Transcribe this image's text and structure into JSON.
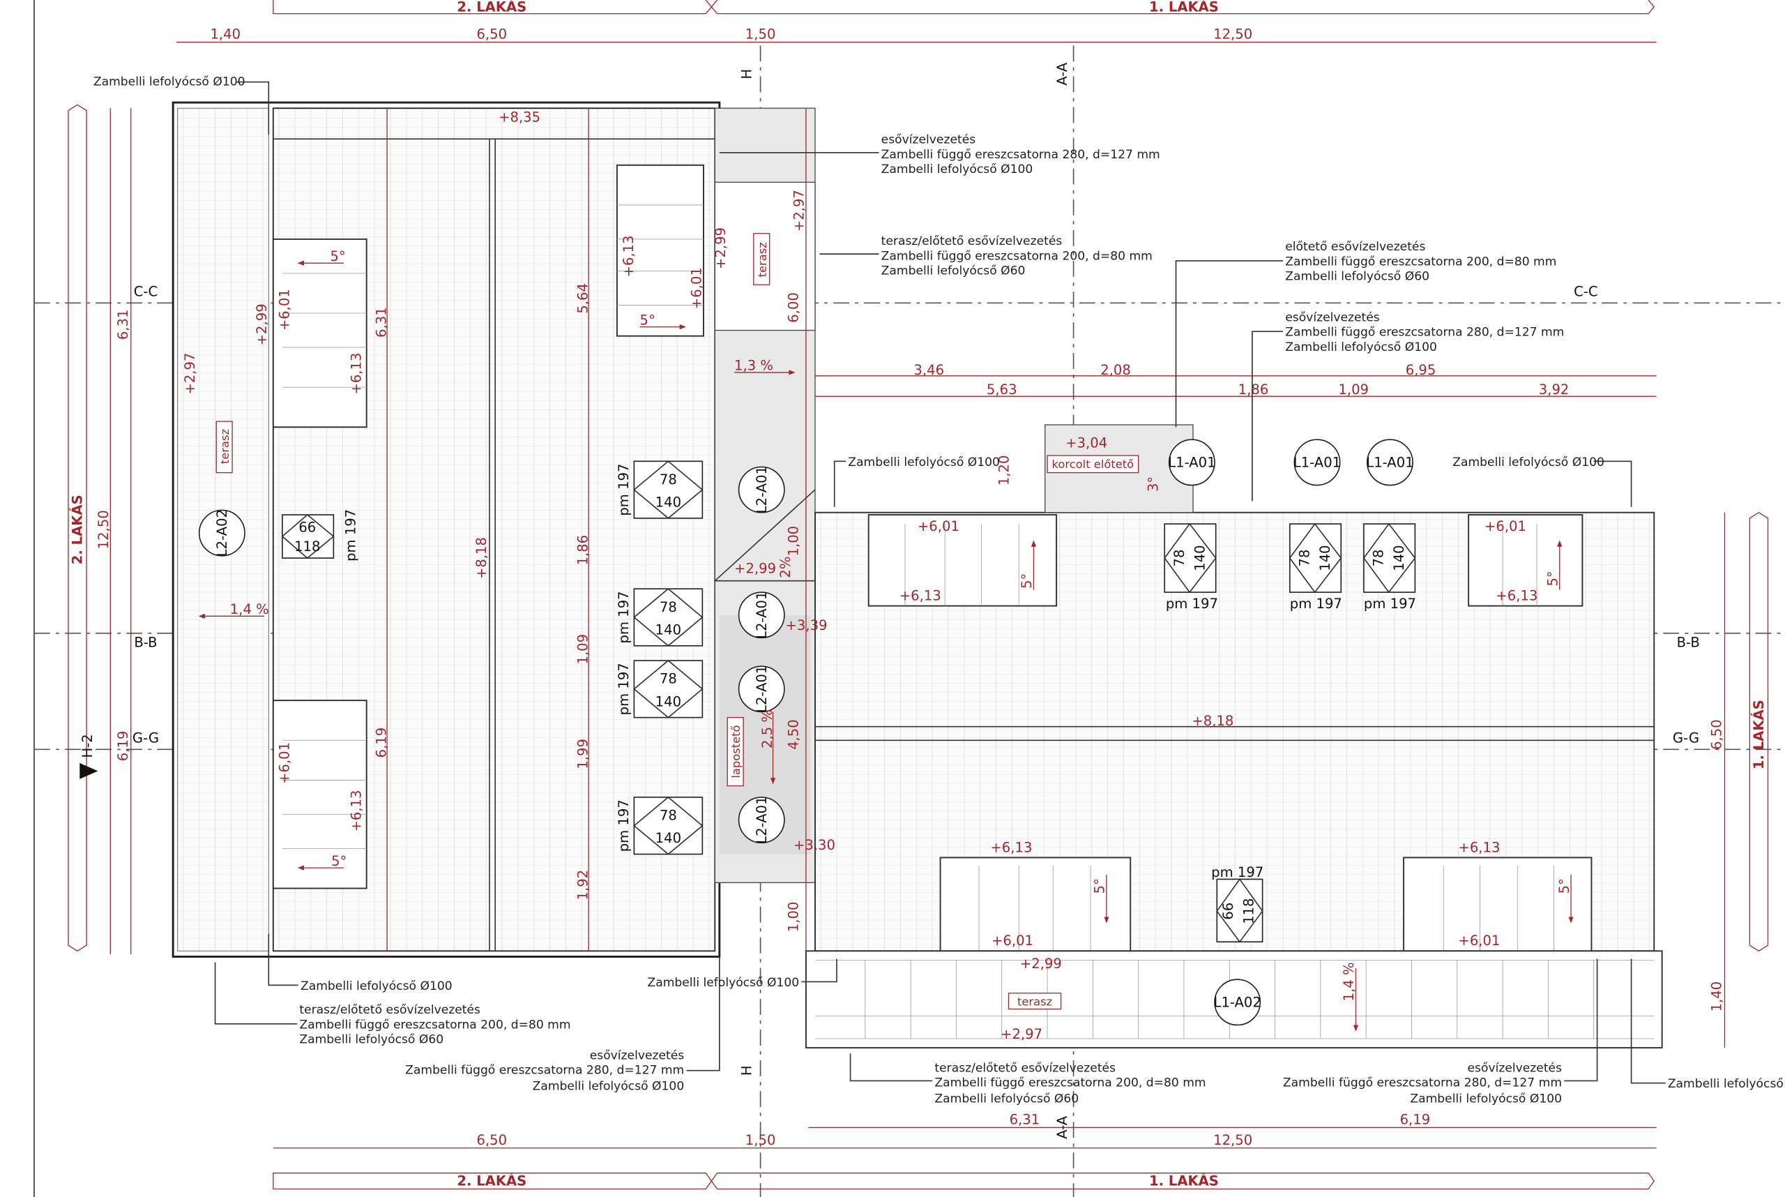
{
  "bands": {
    "left": "2. LAKÁS",
    "right": "1. LAKÁS"
  },
  "dims_top": [
    "1,40",
    "6,50",
    "1,50",
    "12,50"
  ],
  "dims_right_row1": [
    "3,46",
    "2,08",
    "6,95"
  ],
  "dims_right_row2": [
    "5,63",
    "1,86",
    "1,09",
    "3,92"
  ],
  "dims_bottom_row1": [
    "6,31",
    "6,19"
  ],
  "dims_bottom_row2": [
    "6,50",
    "1,50",
    "12,50"
  ],
  "dims_left": [
    "6,31",
    "12,50",
    "6,19"
  ],
  "dims_right_side": [
    "6,50",
    "1,40"
  ],
  "dims_internal": [
    "6,31",
    "6,19",
    "5,64",
    "1,86",
    "1,09",
    "1,99",
    "1,92",
    "6,00",
    "1,20",
    "1,00",
    "4,50",
    "1,00"
  ],
  "sections": {
    "h": "H",
    "aa": "A-A",
    "cc": "C-C",
    "bb": "B-B",
    "gg": "G-G",
    "h2": "H-2"
  },
  "levels": [
    "+8,35",
    "+8,18",
    "+8,18",
    "+2,97",
    "+2,99",
    "+6,01",
    "+6,13",
    "+6,13",
    "+2,99",
    "+6,01",
    "+2,97",
    "+2,99",
    "+3,39",
    "+3,30",
    "+6,01",
    "+6,13",
    "+6,01",
    "+6,13",
    "+6,01",
    "+6,13",
    "+3,04",
    "+6,13",
    "+6,13",
    "+6,01",
    "+6,01",
    "+2,99",
    "+2,97"
  ],
  "slopes": [
    "5°",
    "5°",
    "5°",
    "5°",
    "5°",
    "5°",
    "5°",
    "1,3 %",
    "1,4 %",
    "2,5 %",
    "2%",
    "3°",
    "1,4 %"
  ],
  "zone_labels": {
    "terasz": "terasz",
    "laposteto": "lapostető",
    "korcolt": "korcolt előtető"
  },
  "window_tags": {
    "l1a01": "L1-A01",
    "l1a02": "L1-A02",
    "l2a01": "L2-A01",
    "l2a02": "L2-A02"
  },
  "windows": {
    "w78": "78",
    "h140": "140",
    "w66": "66",
    "h118": "118",
    "pm": "pm 197"
  },
  "notes": {
    "downpipe": "Zambelli lefolyócső Ø100",
    "downpipe_cut": "Zambelli lefolyócső Ø",
    "main": [
      "esővízelvezetés",
      "Zambelli függő ereszcsatorna 280, d=127 mm",
      "Zambelli lefolyócső Ø100"
    ],
    "terrace": [
      "terasz/előtető esővízelvezetés",
      "Zambelli függő ereszcsatorna 200, d=80 mm",
      "Zambelli lefolyócső Ø60"
    ],
    "canopy": [
      "előtető esővízelvezetés",
      "Zambelli függő ereszcsatorna 200, d=80 mm",
      "Zambelli lefolyócső Ø60"
    ]
  },
  "colors": {
    "annotation_red": "#a3262a",
    "line": "#333333",
    "flat_roof_fill": "#e9e9e9"
  }
}
